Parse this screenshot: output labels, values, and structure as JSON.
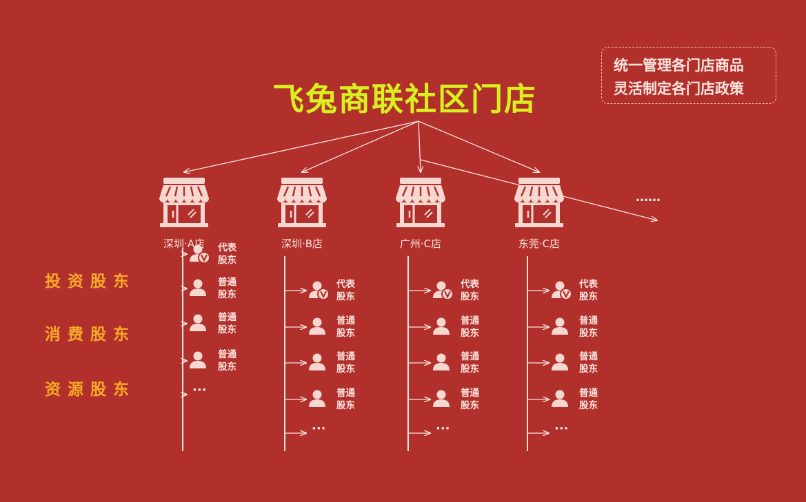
{
  "title": "飞兔商联社区门店",
  "note": {
    "line1": "统一管理各门店商品",
    "line2": "灵活制定各门店政策"
  },
  "more_stores": "……",
  "shareholder_types": [
    "投资股东",
    "消费股东",
    "资源股东"
  ],
  "stores": [
    {
      "name": "深圳·A店",
      "members": [
        {
          "type": "rep",
          "label1": "代表",
          "label2": "股东"
        },
        {
          "type": "normal",
          "label1": "普通",
          "label2": "股东"
        },
        {
          "type": "normal",
          "label1": "普通",
          "label2": "股东"
        },
        {
          "type": "normal",
          "label1": "普通",
          "label2": "股东"
        }
      ],
      "more": "···"
    },
    {
      "name": "深圳·B店",
      "members": [
        {
          "type": "rep",
          "label1": "代表",
          "label2": "股东"
        },
        {
          "type": "normal",
          "label1": "普通",
          "label2": "股东"
        },
        {
          "type": "normal",
          "label1": "普通",
          "label2": "股东"
        },
        {
          "type": "normal",
          "label1": "普通",
          "label2": "股东"
        }
      ],
      "more": "···"
    },
    {
      "name": "广州·C店",
      "members": [
        {
          "type": "rep",
          "label1": "代表",
          "label2": "股东"
        },
        {
          "type": "normal",
          "label1": "普通",
          "label2": "股东"
        },
        {
          "type": "normal",
          "label1": "普通",
          "label2": "股东"
        },
        {
          "type": "normal",
          "label1": "普通",
          "label2": "股东"
        }
      ],
      "more": "···"
    },
    {
      "name": "东莞·C店",
      "members": [
        {
          "type": "rep",
          "label1": "代表",
          "label2": "股东"
        },
        {
          "type": "normal",
          "label1": "普通",
          "label2": "股东"
        },
        {
          "type": "normal",
          "label1": "普通",
          "label2": "股东"
        },
        {
          "type": "normal",
          "label1": "普通",
          "label2": "股东"
        }
      ],
      "more": "···"
    }
  ],
  "colors": {
    "background": "#b1302b",
    "title": "#d8f020",
    "accent": "#f7a928",
    "icon": "#f6d8d1"
  }
}
